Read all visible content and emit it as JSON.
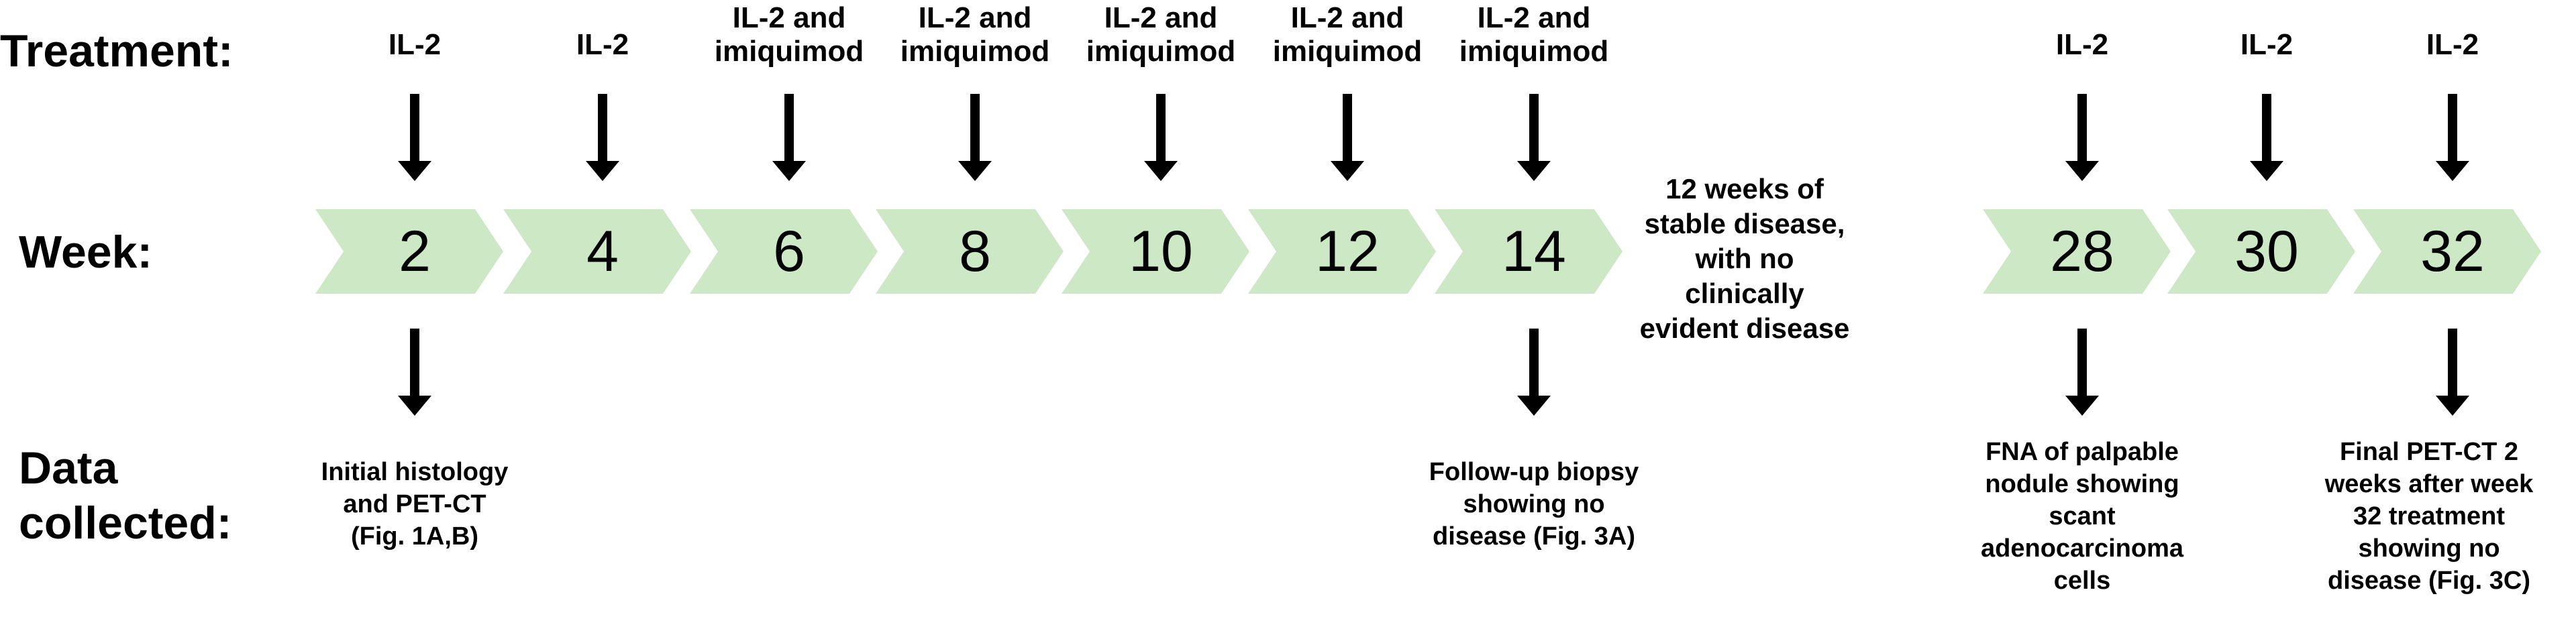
{
  "colors": {
    "chevron_fill": "#cce8c4",
    "arrow": "#000000",
    "text": "#000000"
  },
  "icons": {
    "down_arrow": "arrow-down-icon",
    "chevron": "chevron-right-shape"
  },
  "labels": {
    "treatment": "Treatment:",
    "week": "Week:",
    "data_collected_line1": "Data",
    "data_collected_line2": "collected:"
  },
  "weeks": [
    {
      "week": "2",
      "treatment": [
        "IL-2"
      ]
    },
    {
      "week": "4",
      "treatment": [
        "IL-2"
      ]
    },
    {
      "week": "6",
      "treatment": [
        "IL-2 and",
        "imiquimod"
      ]
    },
    {
      "week": "8",
      "treatment": [
        "IL-2 and",
        "imiquimod"
      ]
    },
    {
      "week": "10",
      "treatment": [
        "IL-2 and",
        "imiquimod"
      ]
    },
    {
      "week": "12",
      "treatment": [
        "IL-2 and",
        "imiquimod"
      ]
    },
    {
      "week": "14",
      "treatment": [
        "IL-2 and",
        "imiquimod"
      ]
    },
    {
      "week": "28",
      "treatment": [
        "IL-2"
      ]
    },
    {
      "week": "30",
      "treatment": [
        "IL-2"
      ]
    },
    {
      "week": "32",
      "treatment": [
        "IL-2"
      ]
    }
  ],
  "gap_note": [
    "12 weeks of",
    "stable disease,",
    "with no clinically",
    "evident disease"
  ],
  "data_collected": [
    {
      "week": "2",
      "lines": [
        "Initial histology",
        "and PET-CT",
        "(Fig. 1A,B)"
      ]
    },
    {
      "week": "14",
      "lines": [
        "Follow-up biopsy",
        "showing no",
        "disease (Fig. 3A)"
      ]
    },
    {
      "week": "28",
      "lines": [
        "FNA of palpable",
        "nodule showing",
        "scant",
        "adenocarcinoma",
        "cells"
      ]
    },
    {
      "week": "32",
      "lines": [
        "Final PET-CT 2",
        "weeks after week",
        "32 treatment",
        "showing no",
        "disease (Fig. 3C)"
      ]
    }
  ]
}
